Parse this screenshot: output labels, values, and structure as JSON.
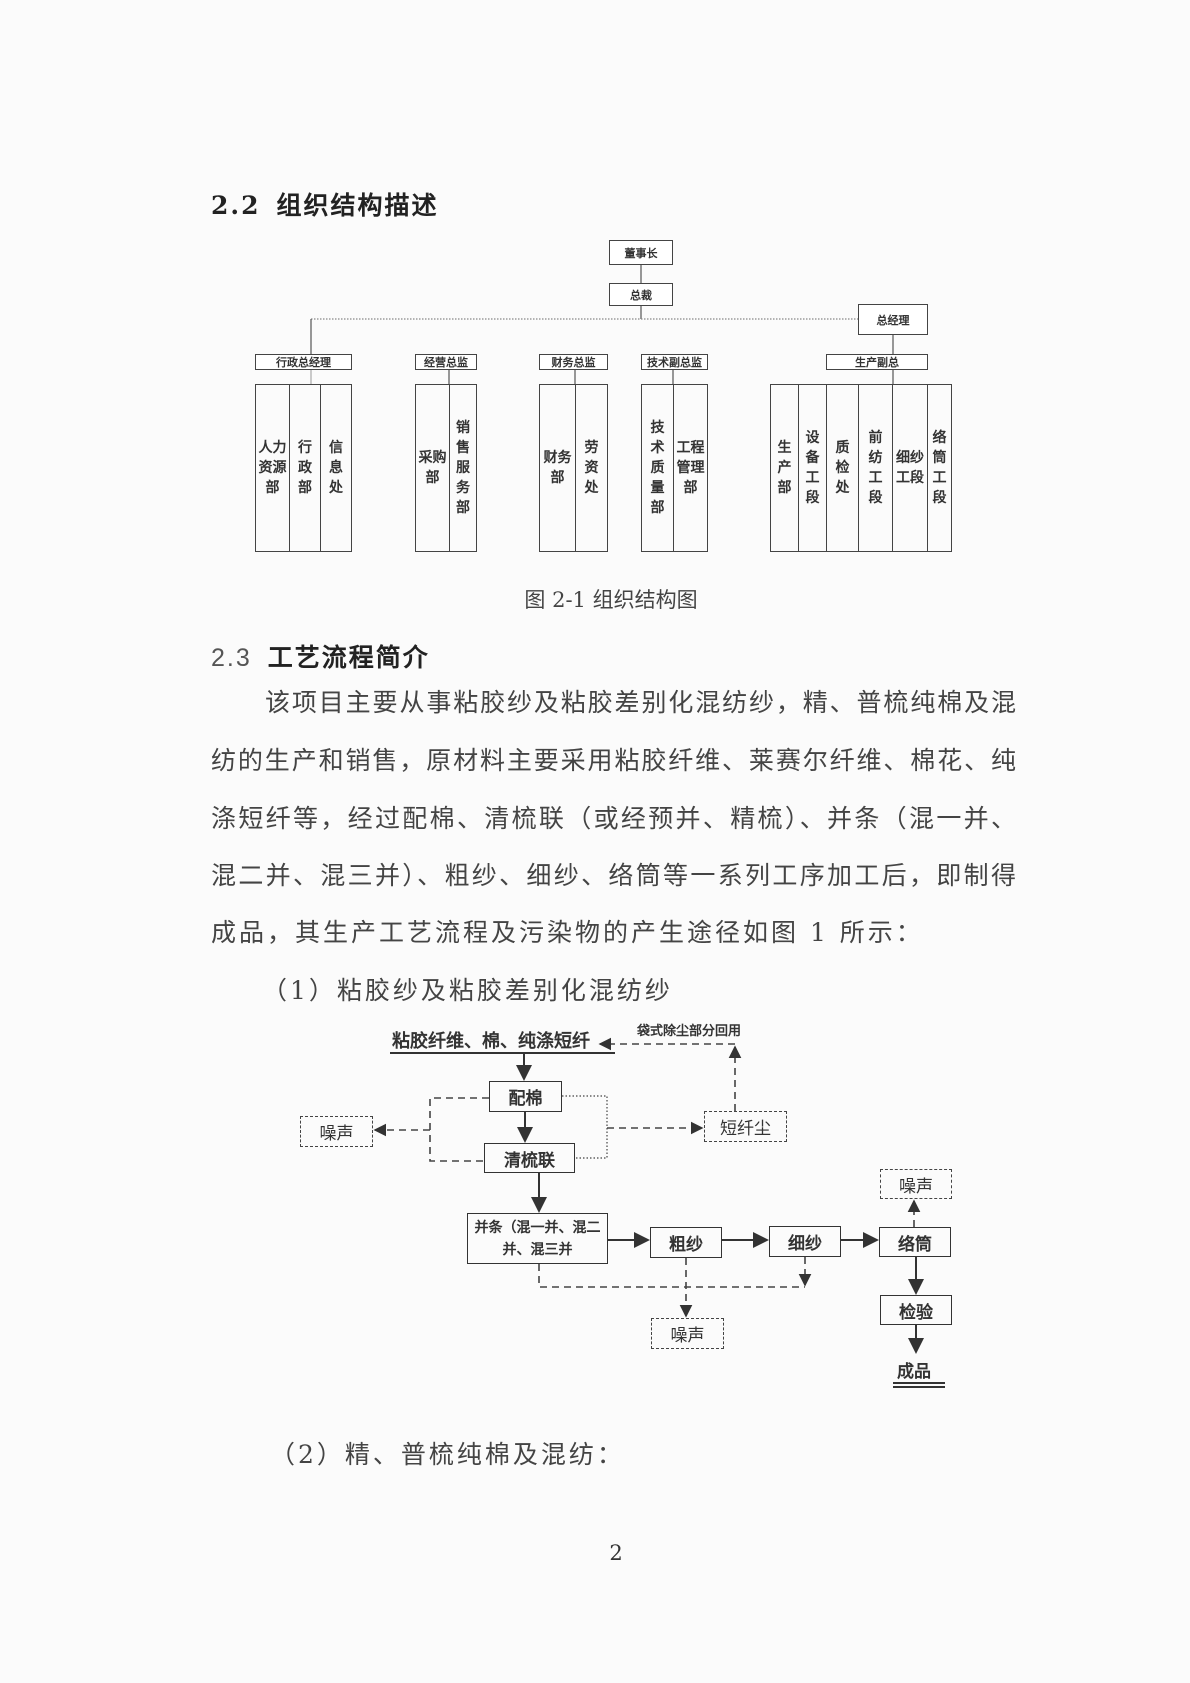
{
  "section_22": {
    "number": "2.2",
    "title": "组织结构描述"
  },
  "org_chart": {
    "chairman": "董事长",
    "president": "总裁",
    "general_manager": "总经理",
    "groups": [
      {
        "head": "行政总经理",
        "units": [
          "人力\n资源\n部",
          "行\n政\n部",
          "信\n息\n处"
        ]
      },
      {
        "head": "经营总监",
        "units": [
          "采购\n部",
          "销\n售\n服\n务\n部"
        ]
      },
      {
        "head": "财务总监",
        "units": [
          "财务\n部",
          "劳\n资\n处"
        ]
      },
      {
        "head": "技术副总监",
        "units": [
          "技\n术\n质\n量\n部",
          "工程\n管理\n部"
        ]
      },
      {
        "head": "生产副总",
        "units": [
          "生\n产\n部",
          "设\n备\n工\n段",
          "质\n检\n处",
          "前\n纺\n工\n段",
          "细纱\n工段",
          "络\n筒\n工\n段"
        ]
      }
    ],
    "caption": "图 2-1  组织结构图"
  },
  "section_23": {
    "number": "2.3",
    "title": "工艺流程简介"
  },
  "paragraph_lines": [
    "该项目主要从事粘胶纱及粘胶差别化混纺纱，精、普梳纯棉及混",
    "纺的生产和销售，原材料主要采用粘胶纤维、莱赛尔纤维、棉花、纯",
    "涤短纤等，经过配棉、清梳联（或经预并、精梳）、并条（混一并、",
    "混二并、混三并）、粗纱、细纱、络筒等一系列工序加工后，即制得",
    "成品，其生产工艺流程及污染物的产生途径如图 1 所示："
  ],
  "sub1": "（1）粘胶纱及粘胶差别化混纺纱",
  "flow": {
    "raw": "粘胶纤维、棉、纯涤短纤",
    "recycle": "袋式除尘部分回用",
    "blend": "配棉",
    "card": "清梳联",
    "noise_left": "噪声",
    "dust": "短纤尘",
    "draw": "并条（混一并、混二并、混三并",
    "roving": "粗纱",
    "spin": "细纱",
    "wind": "络筒",
    "noise_top": "噪声",
    "inspect": "检验",
    "noise_bottom": "噪声",
    "product": "成品"
  },
  "sub2": "（2）精、普梳纯棉及混纺：",
  "page_number": "2"
}
